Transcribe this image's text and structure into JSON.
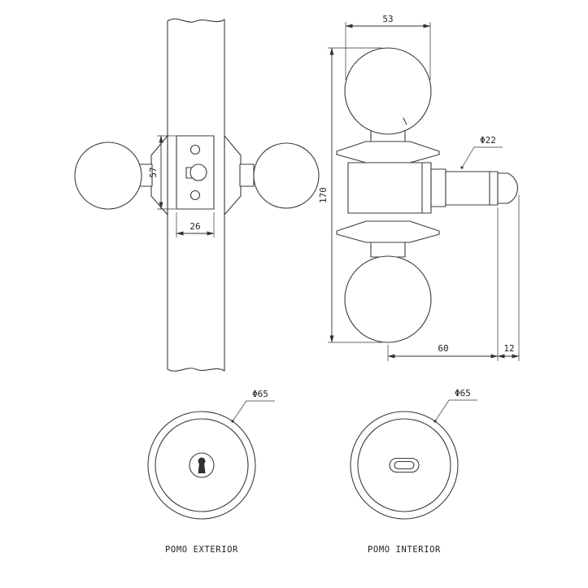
{
  "side_view": {
    "faceplate_height": "57",
    "faceplate_width": "26"
  },
  "front_view": {
    "knob_width": "53",
    "spindle_dia": "Φ22",
    "overall_height": "170",
    "backset": "60",
    "latch_throw": "12"
  },
  "exterior_view": {
    "dia": "Φ65",
    "caption": "POMO EXTERIOR"
  },
  "interior_view": {
    "dia": "Φ65",
    "caption": "POMO INTERIOR"
  }
}
